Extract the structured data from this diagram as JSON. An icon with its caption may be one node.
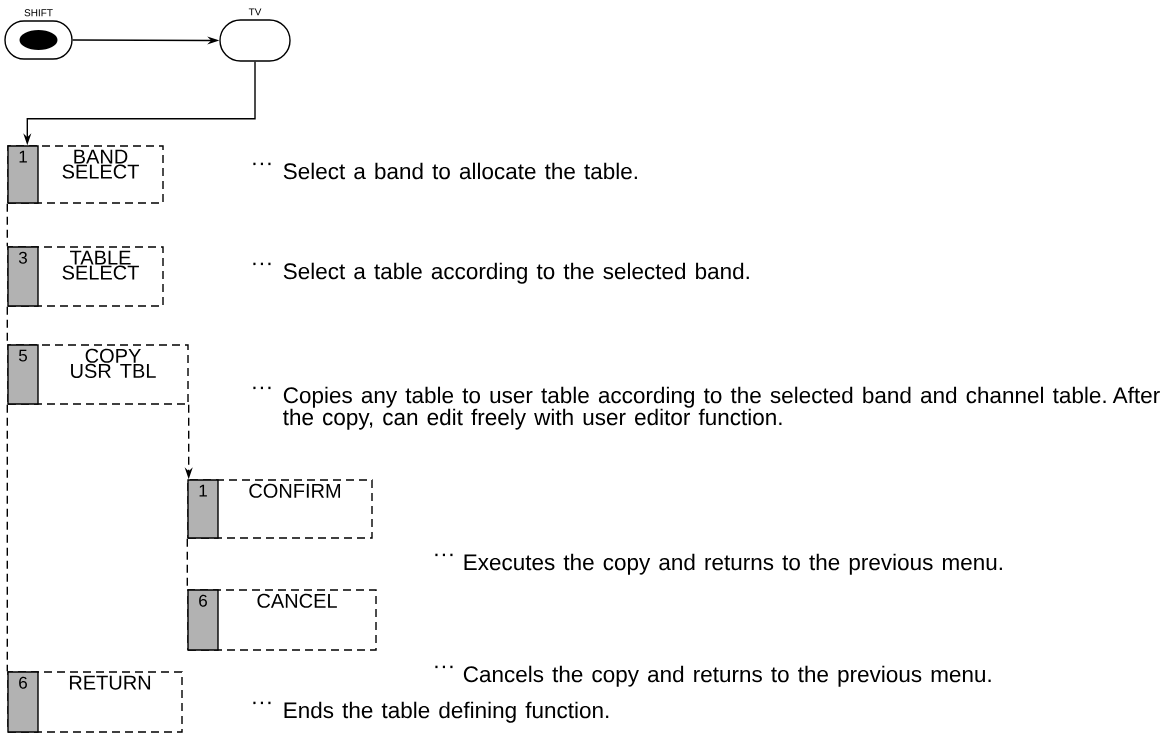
{
  "diagram": {
    "nodes": [
      {
        "text": [
          "SHIFT"
        ]
      },
      {
        "text": [
          "TV"
        ]
      },
      {
        "text": [
          "1",
          "BAND SELECT"
        ],
        "beside": [
          "···",
          "Select a band to allocate the table."
        ]
      },
      {
        "text": [
          "3",
          "TABLE SELECT"
        ],
        "beside": [
          "···",
          "Select a table according to the selected band."
        ]
      },
      {
        "text": [
          "5",
          "COPY USR TBL"
        ],
        "beside": [
          "···",
          "Copies any table to user table according to the selected band and channel table.  After the copy, can edit freely with user editor function."
        ]
      },
      {
        "text": [
          "1",
          "CONFIRM"
        ],
        "beside": [
          "···",
          "Executes the copy and returns to the previous menu."
        ]
      },
      {
        "text": [
          "6",
          "CANCEL"
        ],
        "beside": [
          "···",
          "Cancels the copy and returns to the previous menu."
        ]
      },
      {
        "text": [
          "6",
          "RETURN"
        ],
        "beside": [
          "···",
          "Ends the table defining function."
        ]
      }
    ],
    "edges": [
      {
        "from": 0,
        "to": 1,
        "arrow": "to"
      },
      {
        "from": 1,
        "to": 2,
        "arrow": "to"
      },
      {
        "from": 2,
        "to": 3,
        "arrow": "none",
        "style": "dashed"
      },
      {
        "from": 3,
        "to": 4,
        "arrow": "none",
        "style": "dashed"
      },
      {
        "from": 4,
        "to": 7,
        "arrow": "none",
        "style": "dashed"
      },
      {
        "from": 4,
        "to": 5,
        "arrow": "to",
        "style": "dashed"
      },
      {
        "from": 5,
        "to": 6,
        "arrow": "none",
        "style": "dashed"
      }
    ]
  }
}
